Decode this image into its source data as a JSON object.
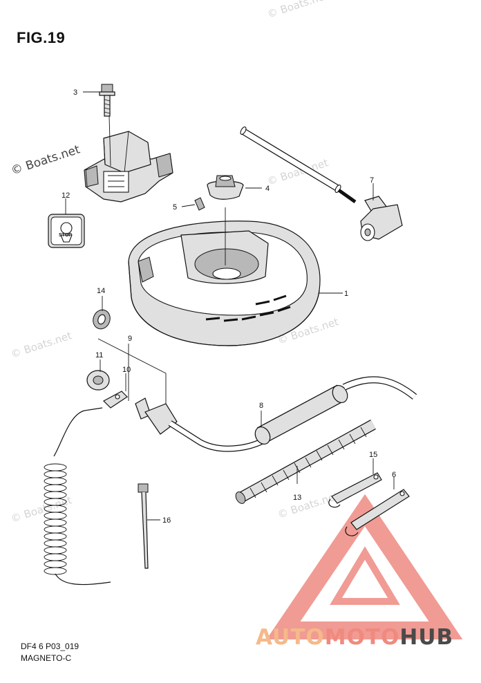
{
  "figure": {
    "title": "FIG.19",
    "code": "DF4 6 P03_019",
    "name": "MAGNETO-C"
  },
  "watermark": {
    "text": "© Boats.net",
    "brand_parts": [
      "AUTO",
      "MOTO",
      "HUB"
    ],
    "brand_colors": [
      "#f5b98a",
      "#f08a7e",
      "#4a4a4a"
    ]
  },
  "parts": {
    "flywheel": "1",
    "stator_coil": "3",
    "nut": "4",
    "key": "5",
    "clamp_small": "6",
    "plug_cap": "7",
    "sleeve": "8",
    "lead_wire": "9",
    "terminal": "10",
    "grommet": "11",
    "stop_label": "12",
    "protector": "13",
    "washer": "14",
    "clamp_large": "15",
    "cable_tie": "16"
  },
  "stop_label_text": "STOP"
}
